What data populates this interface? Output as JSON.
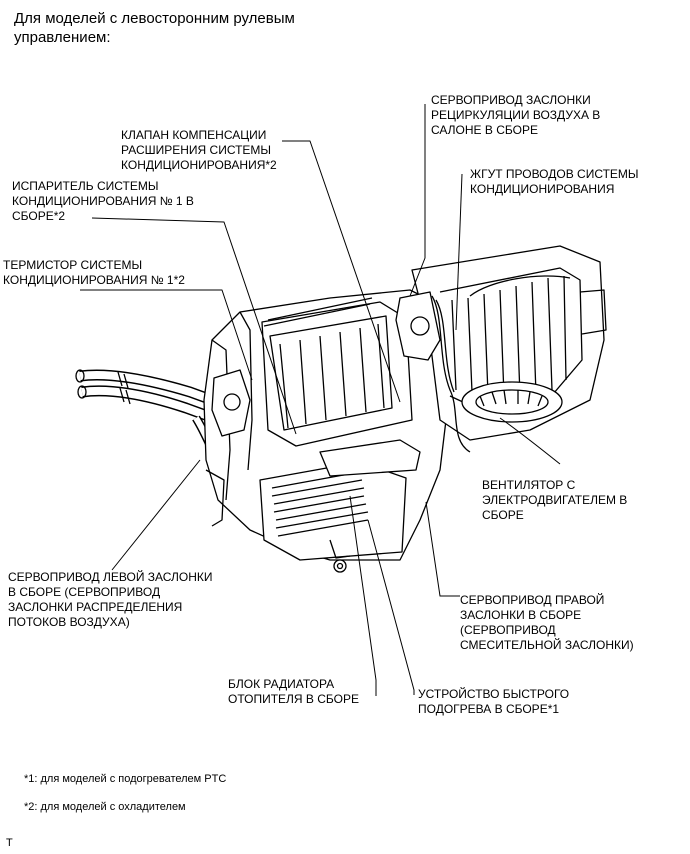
{
  "title": "Для моделей с левосторонним рулевым управлением:",
  "callouts": {
    "valve": "КЛАПАН КОМПЕНСАЦИИ\nРАСШИРЕНИЯ СИСТЕМЫ\nКОНДИЦИОНИРОВАНИЯ*2",
    "evaporator": "ИСПАРИТЕЛЬ СИСТЕМЫ\nКОНДИЦИОНИРОВАНИЯ № 1 В\nСБОРЕ*2",
    "thermistor": "ТЕРМИСТОР СИСТЕМЫ\nКОНДИЦИОНИРОВАНИЯ № 1*2",
    "recirc_servo": "СЕРВОПРИВОД ЗАСЛОНКИ\nРЕЦИРКУЛЯЦИИ ВОЗДУХА В\nСАЛОНЕ В СБОРЕ",
    "harness": "ЖГУТ ПРОВОДОВ СИСТЕМЫ\nКОНДИЦИОНИРОВАНИЯ",
    "blower": "ВЕНТИЛЯТОР С\nЭЛЕКТРОДВИГАТЕЛЕМ В\nСБОРЕ",
    "left_servo": "СЕРВОПРИВОД ЛЕВОЙ ЗАСЛОНКИ\nВ СБОРЕ (СЕРВОПРИВОД\nЗАСЛОНКИ РАСПРЕДЕЛЕНИЯ\nПОТОКОВ ВОЗДУХА)",
    "right_servo": "СЕРВОПРИВОД ПРАВОЙ\nЗАСЛОНКИ В СБОРЕ\n(СЕРВОПРИВОД\nСМЕСИТЕЛЬНОЙ ЗАСЛОНКИ)",
    "heater_core": "БЛОК РАДИАТОРА\nОТОПИТЕЛЯ В СБОРЕ",
    "quick_heater": "УСТРОЙСТВО БЫСТРОГО\nПОДОГРЕВА В СБОРЕ*1"
  },
  "notes": {
    "n1": "*1: для моделей с подогревателем PTC",
    "n2": "*2: для моделей с охладителем"
  },
  "code": "T"
}
